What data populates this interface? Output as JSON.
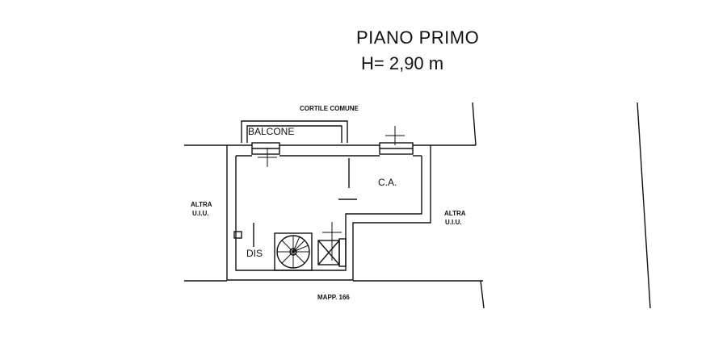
{
  "header": {
    "title": "PIANO PRIMO",
    "height": "H= 2,90 m"
  },
  "labels": {
    "cortile": "CORTILE COMUNE",
    "balcone": "BALCONE",
    "ca": "C.A.",
    "dis": "DIS",
    "altra_left_1": "ALTRA",
    "altra_left_2": "U.I.U.",
    "altra_right_1": "ALTRA",
    "altra_right_2": "U.I.U.",
    "mapp": "MAPP. 166"
  }
}
